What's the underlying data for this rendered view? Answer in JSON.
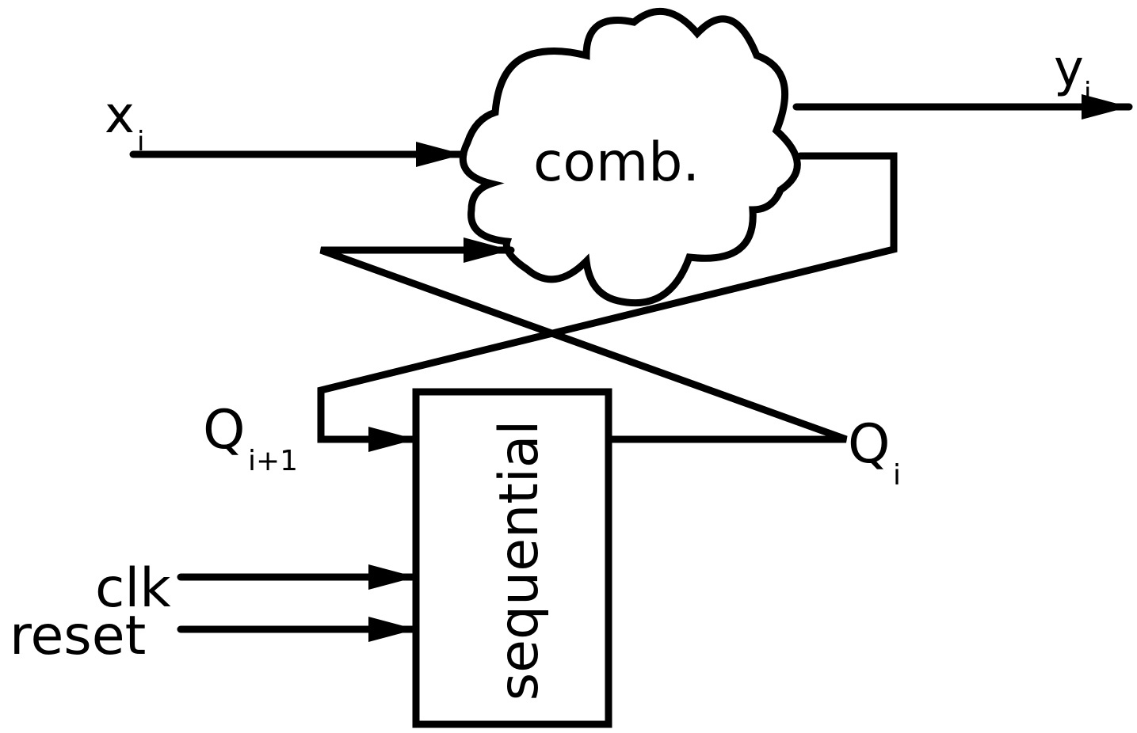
{
  "labels": {
    "input_x": "x",
    "input_x_sub": "i",
    "output_y": "y",
    "output_y_sub": "i",
    "comb_block": "comb.",
    "sequential_block": "sequential",
    "next_state": "Q",
    "next_state_sub": "i+1",
    "current_state": "Q",
    "current_state_sub": "i",
    "clock": "clk",
    "reset": "reset"
  }
}
